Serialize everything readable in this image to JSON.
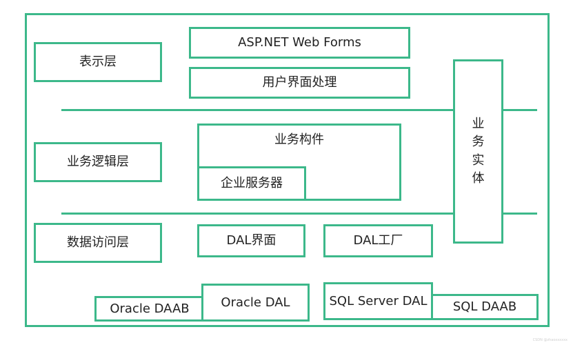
{
  "colors": {
    "border": "#3cb88a",
    "text": "#222222",
    "background": "#ffffff"
  },
  "layers": {
    "presentation": "表示层",
    "business": "业务逻辑层",
    "data_access": "数据访问层"
  },
  "presentation_boxes": {
    "web_forms": "ASP.NET Web Forms",
    "ui_processing": "用户界面处理"
  },
  "business_boxes": {
    "components": "业务构件",
    "enterprise_services": "企业服务器"
  },
  "entity_column": {
    "chars": [
      "业",
      "务",
      "实",
      "体"
    ]
  },
  "data_boxes": {
    "dal_interface": "DAL界面",
    "dal_factory": "DAL工厂",
    "oracle_daab": "Oracle DAAB",
    "oracle_dal": "Oracle DAL",
    "sqlserver_dal": "SQL Server DAL",
    "sql_daab": "SQL DAAB"
  },
  "watermark": "CSDN @zhaoxxxxxx"
}
